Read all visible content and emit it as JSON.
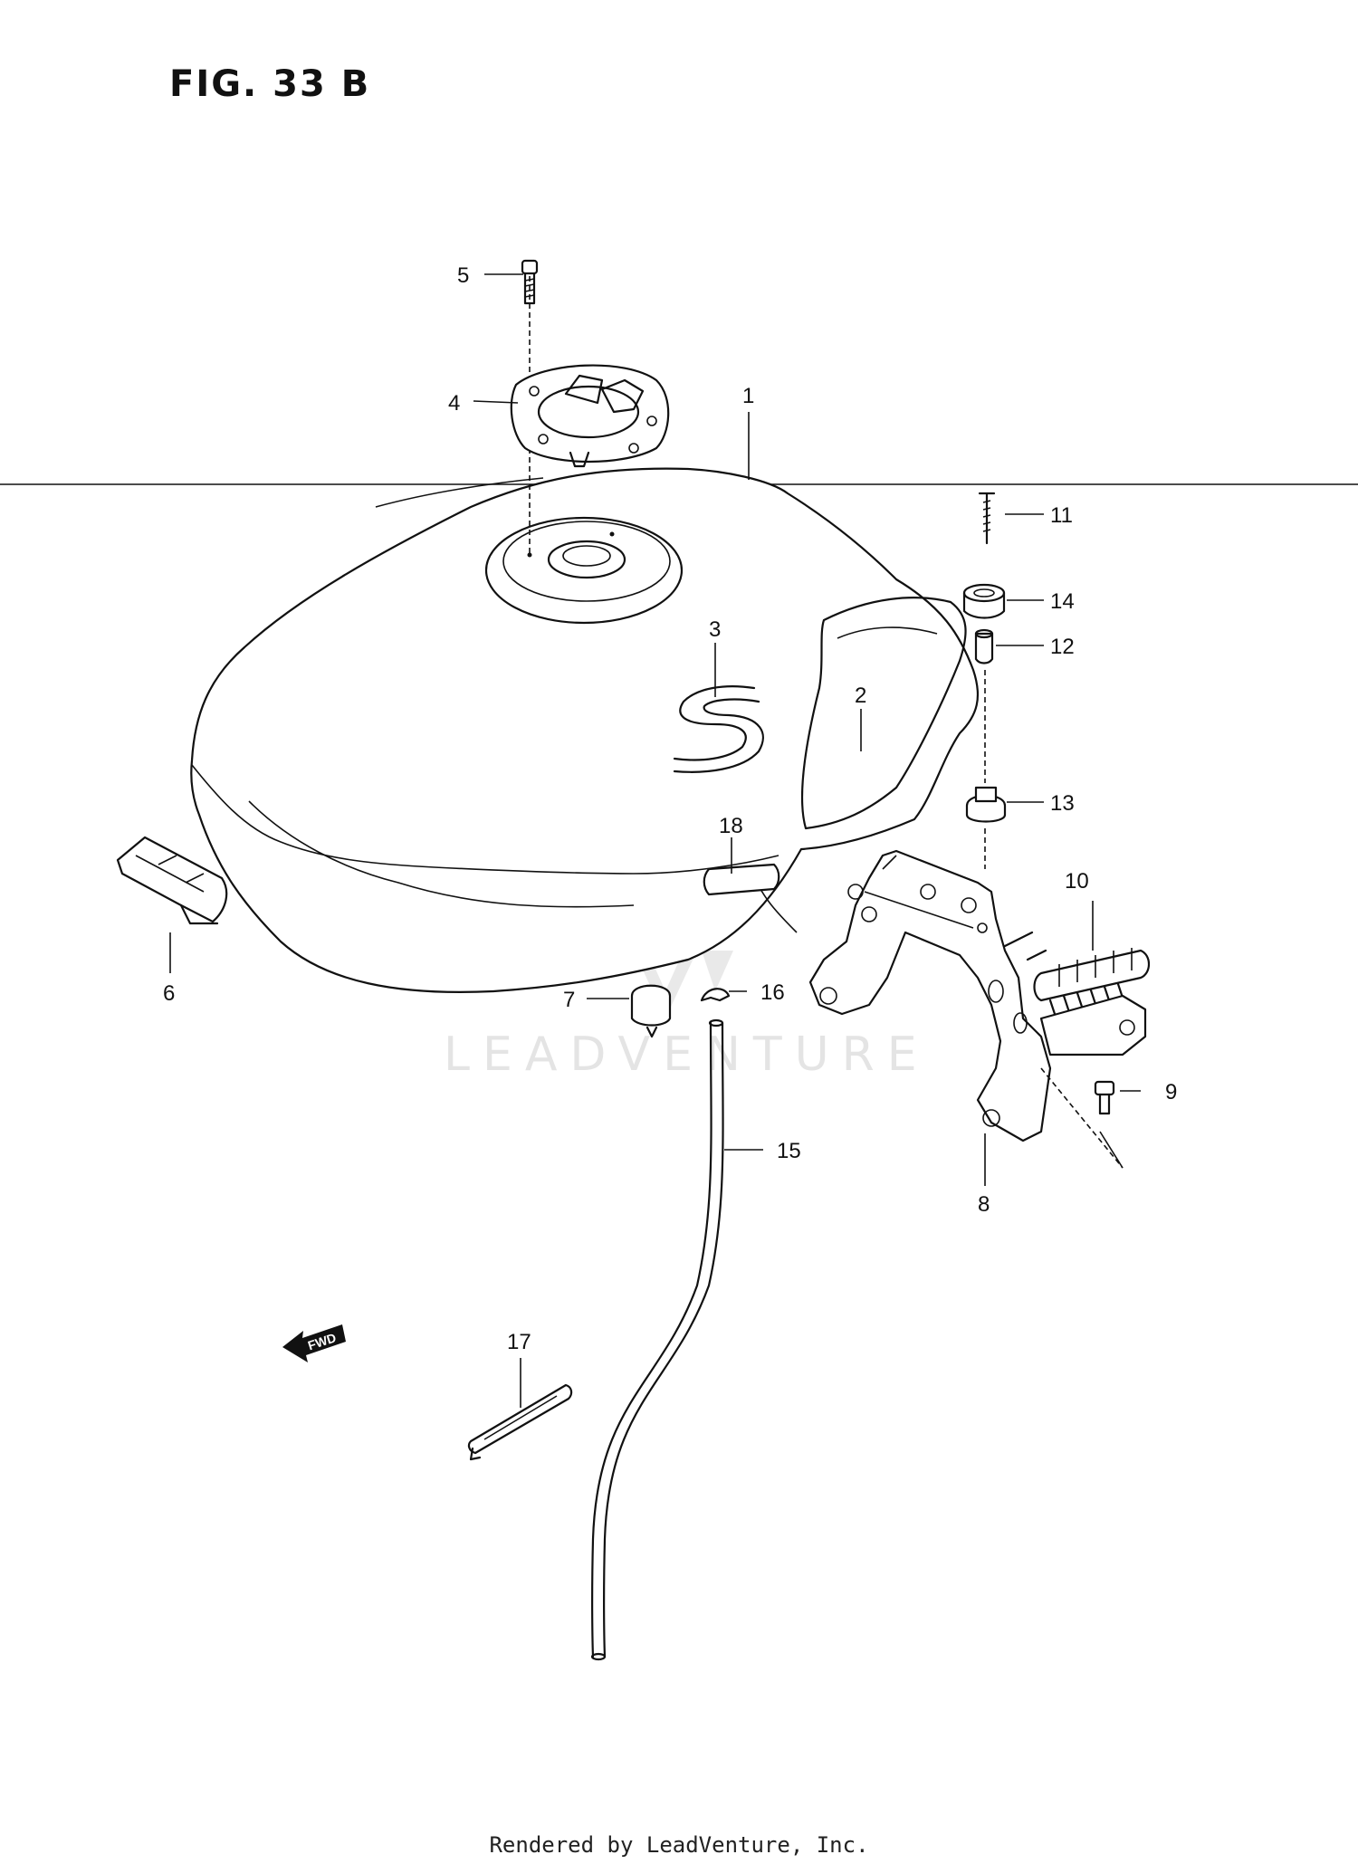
{
  "figure": {
    "title": "FIG. 33 B",
    "footer": "Rendered by LeadVenture, Inc.",
    "watermark": "LEADVENTURE",
    "fwd_label": "FWD"
  },
  "callouts": [
    {
      "id": "1",
      "label": "1"
    },
    {
      "id": "2",
      "label": "2"
    },
    {
      "id": "3",
      "label": "3"
    },
    {
      "id": "4",
      "label": "4"
    },
    {
      "id": "5",
      "label": "5"
    },
    {
      "id": "6",
      "label": "6"
    },
    {
      "id": "7",
      "label": "7"
    },
    {
      "id": "8",
      "label": "8"
    },
    {
      "id": "9",
      "label": "9"
    },
    {
      "id": "10",
      "label": "10"
    },
    {
      "id": "11",
      "label": "11"
    },
    {
      "id": "12",
      "label": "12"
    },
    {
      "id": "13",
      "label": "13"
    },
    {
      "id": "14",
      "label": "14"
    },
    {
      "id": "15",
      "label": "15"
    },
    {
      "id": "16",
      "label": "16"
    },
    {
      "id": "17",
      "label": "17"
    },
    {
      "id": "18",
      "label": "18"
    }
  ]
}
